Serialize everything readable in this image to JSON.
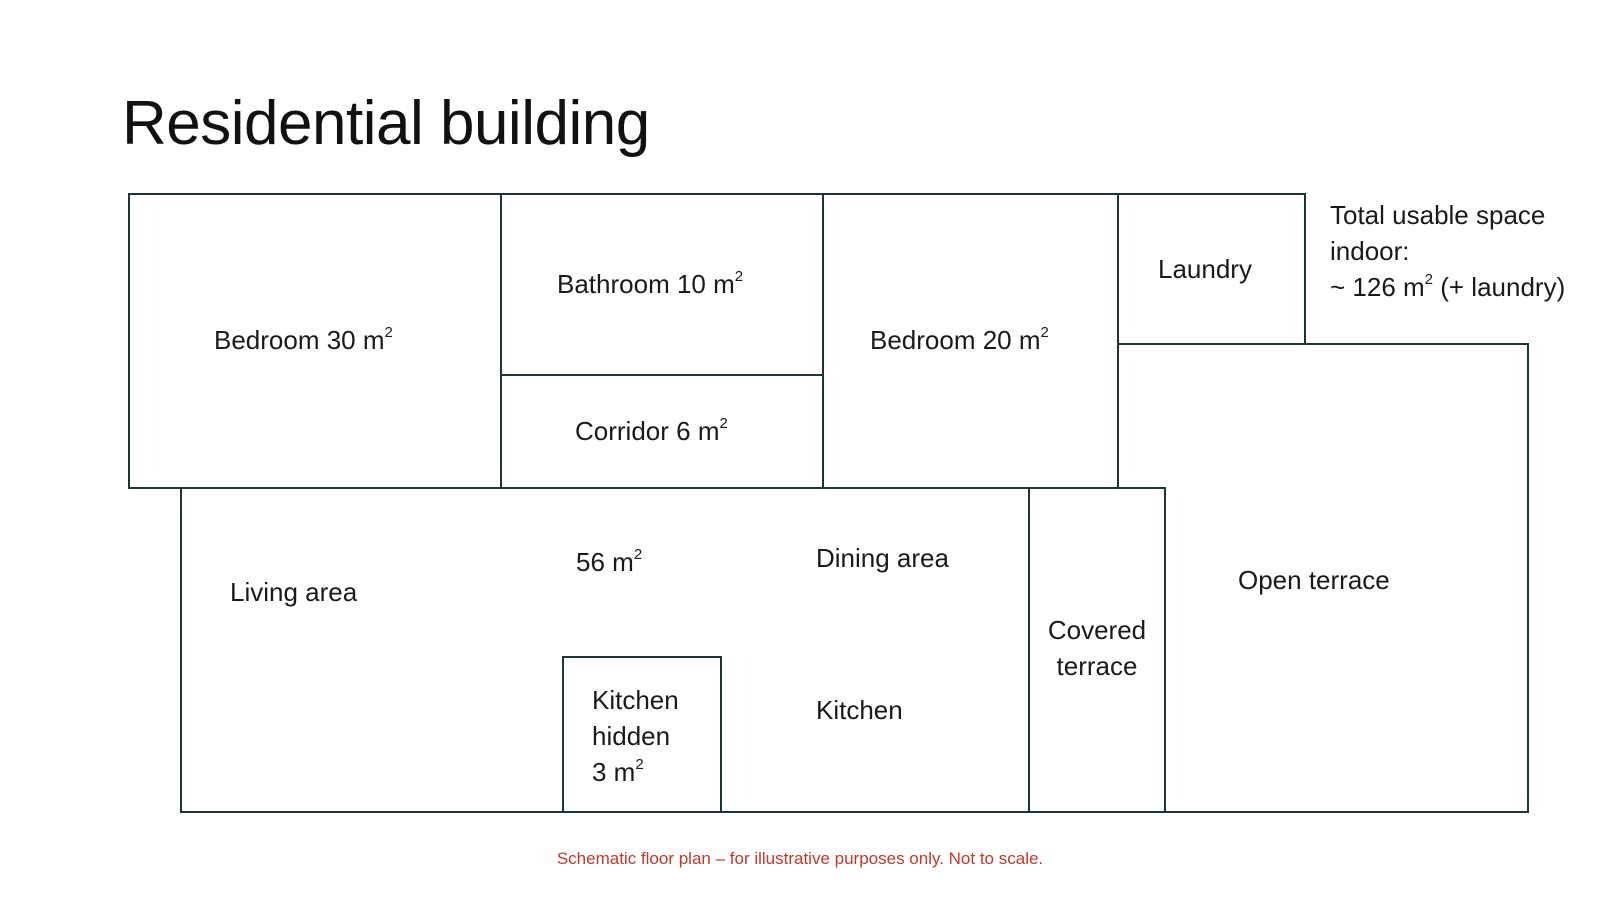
{
  "title": "Residential building",
  "rooms": {
    "bedroom30": {
      "name": "Bedroom 30 m",
      "sup": "2"
    },
    "bathroom": {
      "name": "Bathroom 10 m",
      "sup": "2"
    },
    "corridor": {
      "name": "Corridor 6 m",
      "sup": "2"
    },
    "bedroom20": {
      "name": "Bedroom 20 m",
      "sup": "2"
    },
    "laundry": {
      "name": "Laundry"
    },
    "living": {
      "name": "Living area"
    },
    "living_area_size": {
      "name": "56 m",
      "sup": "2"
    },
    "dining": {
      "name": "Dining area"
    },
    "kitchen": {
      "name": "Kitchen"
    },
    "kitchen_hidden": {
      "line1": "Kitchen",
      "line2": "hidden",
      "line3": "3 m",
      "sup": "2"
    },
    "covered_terrace": {
      "line1": "Covered",
      "line2": "terrace"
    },
    "open_terrace": {
      "name": "Open terrace"
    }
  },
  "summary": {
    "line1": "Total usable space",
    "line2": "indoor:",
    "line3a": "~ 126 m",
    "sup": "2",
    "line3b": " (+ laundry)"
  },
  "footer": "Schematic floor plan – for illustrative purposes only. Not to scale.",
  "colors": {
    "wall": "#1f3535",
    "footer": "#c0392b"
  }
}
